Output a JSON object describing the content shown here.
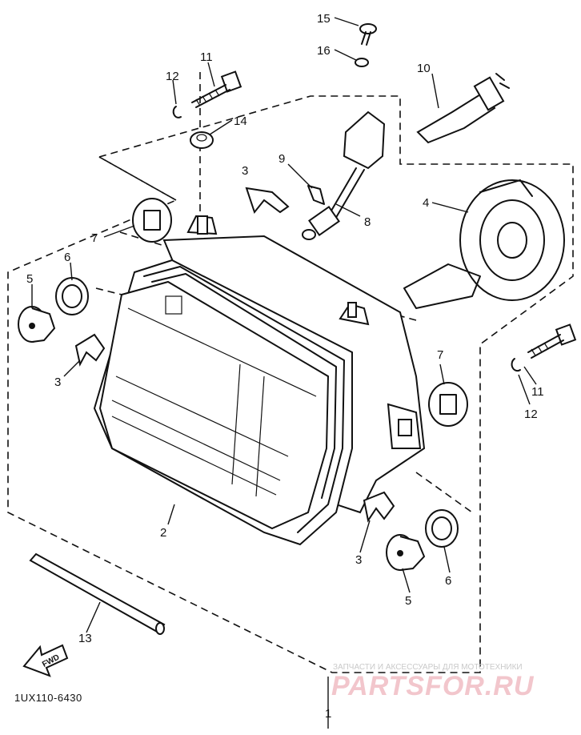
{
  "callouts": {
    "c1": "1",
    "c2": "2",
    "c3a": "3",
    "c3b": "3",
    "c3c": "3",
    "c4": "4",
    "c5a": "5",
    "c5b": "5",
    "c6a": "6",
    "c6b": "6",
    "c7a": "7",
    "c7b": "7",
    "c8": "8",
    "c9": "9",
    "c10": "10",
    "c11a": "11",
    "c11b": "11",
    "c12a": "12",
    "c12b": "12",
    "c13": "13",
    "c14": "14",
    "c15": "15",
    "c16": "16"
  },
  "fwd_label": "FWD",
  "diagram_code": "1UX110-6430",
  "watermark": {
    "top_text": "ЗАПЧАСТИ И АКСЕССУАРЫ ДЛЯ МОТОТЕХНИКИ",
    "logo_text": "PARTSFOR.RU"
  },
  "colors": {
    "line": "#111111",
    "background": "#ffffff",
    "watermark_red": "#e05060"
  }
}
